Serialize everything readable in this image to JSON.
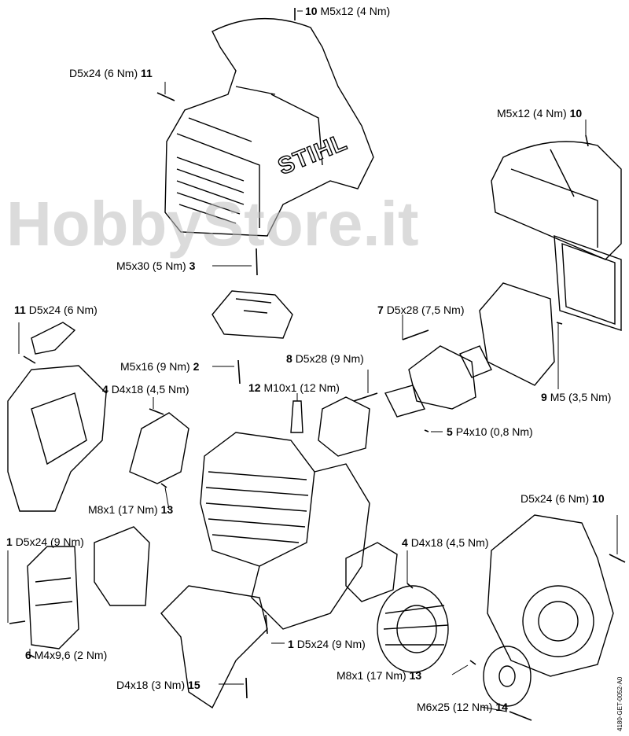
{
  "logo_text": "STIHL",
  "watermark": "HobbyStore.it",
  "drawing_code": "4180-GET-0052-A0",
  "labels": [
    {
      "num": "10",
      "spec": "M5x12 (4 Nm)",
      "num_first": true
    },
    {
      "num": "11",
      "spec": "D5x24 (6 Nm)",
      "num_first": false
    },
    {
      "num": "10",
      "spec": "M5x12 (4 Nm)",
      "num_first": false
    },
    {
      "num": "3",
      "spec": "M5x30 (5 Nm)",
      "num_first": false
    },
    {
      "num": "11",
      "spec": "D5x24 (6 Nm)",
      "num_first": true
    },
    {
      "num": "7",
      "spec": "D5x28 (7,5 Nm)",
      "num_first": true
    },
    {
      "num": "2",
      "spec": "M5x16 (9 Nm)",
      "num_first": false
    },
    {
      "num": "8",
      "spec": "D5x28 (9 Nm)",
      "num_first": true
    },
    {
      "num": "4",
      "spec": "D4x18 (4,5 Nm)",
      "num_first": true
    },
    {
      "num": "12",
      "spec": "M10x1 (12 Nm)",
      "num_first": true
    },
    {
      "num": "9",
      "spec": "M5 (3,5 Nm)",
      "num_first": true
    },
    {
      "num": "5",
      "spec": "P4x10 (0,8 Nm)",
      "num_first": true
    },
    {
      "num": "13",
      "spec": "M8x1 (17 Nm)",
      "num_first": false
    },
    {
      "num": "10",
      "spec": "D5x24 (6 Nm)",
      "num_first": false
    },
    {
      "num": "1",
      "spec": "D5x24 (9 Nm)",
      "num_first": true
    },
    {
      "num": "4",
      "spec": "D4x18 (4,5 Nm)",
      "num_first": true
    },
    {
      "num": "1",
      "spec": "D5x24 (9 Nm)",
      "num_first": true
    },
    {
      "num": "6",
      "spec": "M4x9,6 (2 Nm)",
      "num_first": true
    },
    {
      "num": "15",
      "spec": "D4x18 (3 Nm)",
      "num_first": false
    },
    {
      "num": "13",
      "spec": "M8x1 (17 Nm)",
      "num_first": false
    },
    {
      "num": "14",
      "spec": "M6x25 (12 Nm)",
      "num_first": false
    }
  ]
}
